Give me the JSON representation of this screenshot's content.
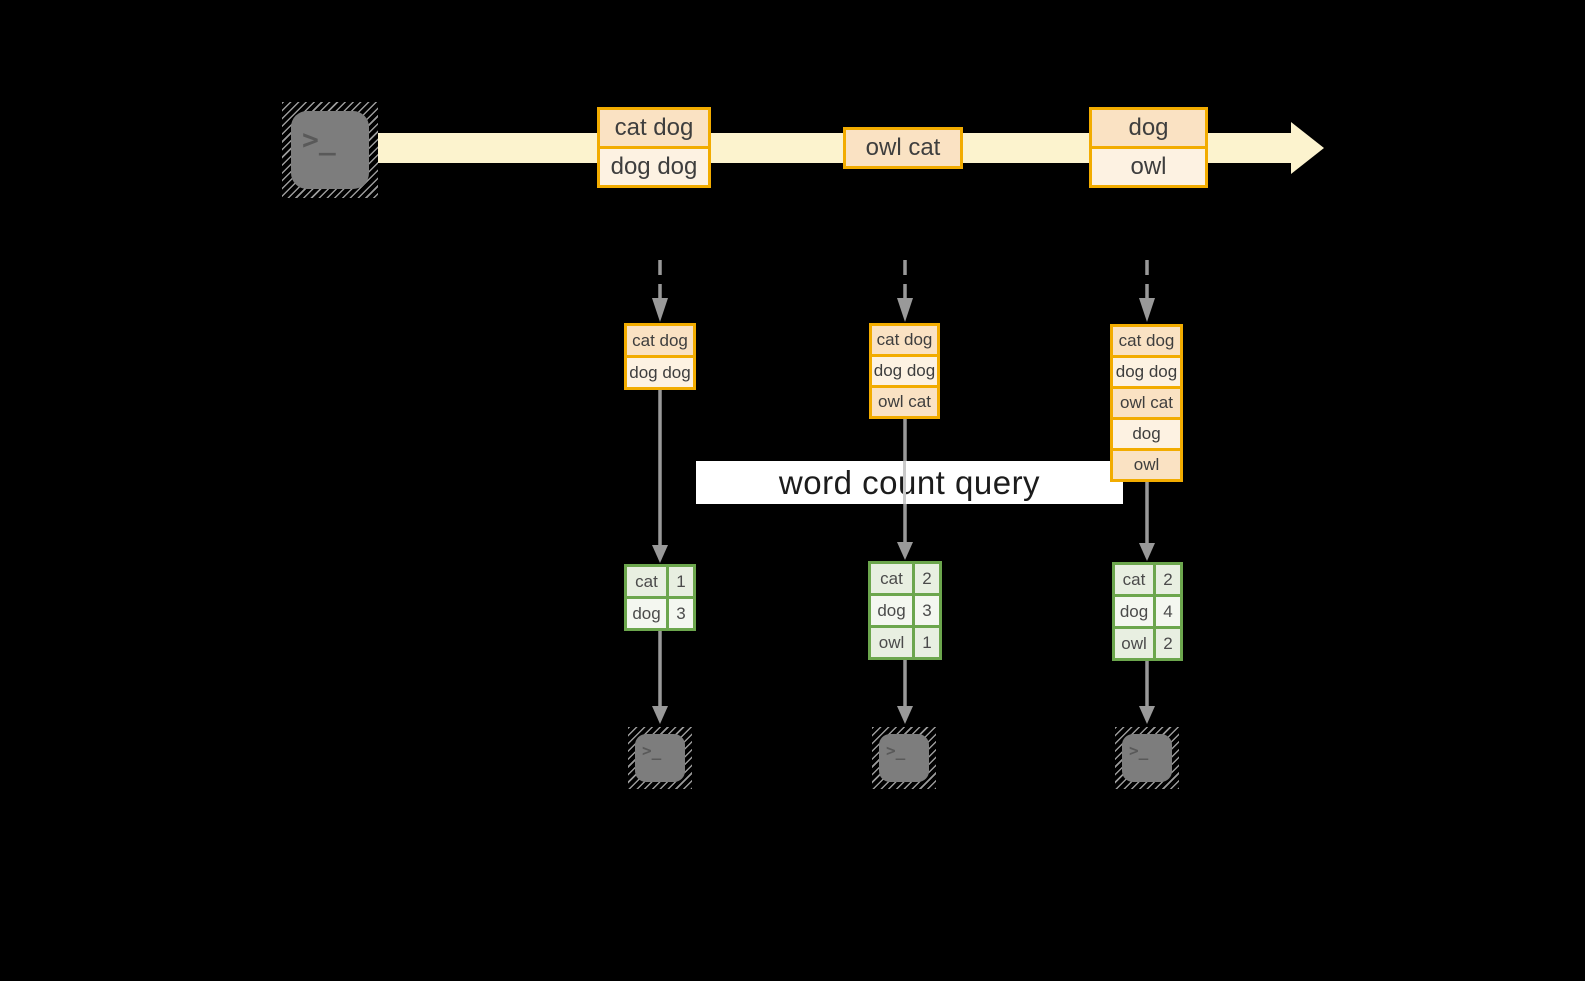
{
  "banner": {
    "label": "word count query"
  },
  "colors": {
    "background": "#000000",
    "accent_gold": "#F2AC00",
    "record_peach": "#FAE2C3",
    "record_cream": "#FDF2E2",
    "timeline_band": "#FCF3CE",
    "table_green": "#6CA64D",
    "table_tint": "#E8EFE1",
    "table_light": "#F4F7F0",
    "arrow_gray": "#999999",
    "terminal_gray": "#7D7D7D",
    "banner_white": "#FFFFFF",
    "text_dark": "#3E3E3E"
  },
  "source": {
    "icon": "terminal-icon",
    "prompt": ">_"
  },
  "timeline": {
    "batches": [
      {
        "rows": [
          "cat dog",
          "dog dog"
        ]
      },
      {
        "rows": [
          "owl cat"
        ]
      },
      {
        "rows": [
          "dog",
          "owl"
        ]
      }
    ]
  },
  "columns": [
    {
      "micro_batch_rows": [
        "cat dog",
        "dog dog"
      ],
      "counts": [
        {
          "word": "cat",
          "count": "1"
        },
        {
          "word": "dog",
          "count": "3"
        }
      ],
      "sink": {
        "icon": "terminal-icon",
        "prompt": ">_"
      }
    },
    {
      "micro_batch_rows": [
        "cat dog",
        "dog dog",
        "owl cat"
      ],
      "counts": [
        {
          "word": "cat",
          "count": "2"
        },
        {
          "word": "dog",
          "count": "3"
        },
        {
          "word": "owl",
          "count": "1"
        }
      ],
      "sink": {
        "icon": "terminal-icon",
        "prompt": ">_"
      }
    },
    {
      "micro_batch_rows": [
        "cat dog",
        "dog dog",
        "owl cat",
        "dog",
        "owl"
      ],
      "counts": [
        {
          "word": "cat",
          "count": "2"
        },
        {
          "word": "dog",
          "count": "4"
        },
        {
          "word": "owl",
          "count": "2"
        }
      ],
      "sink": {
        "icon": "terminal-icon",
        "prompt": ">_"
      }
    }
  ]
}
